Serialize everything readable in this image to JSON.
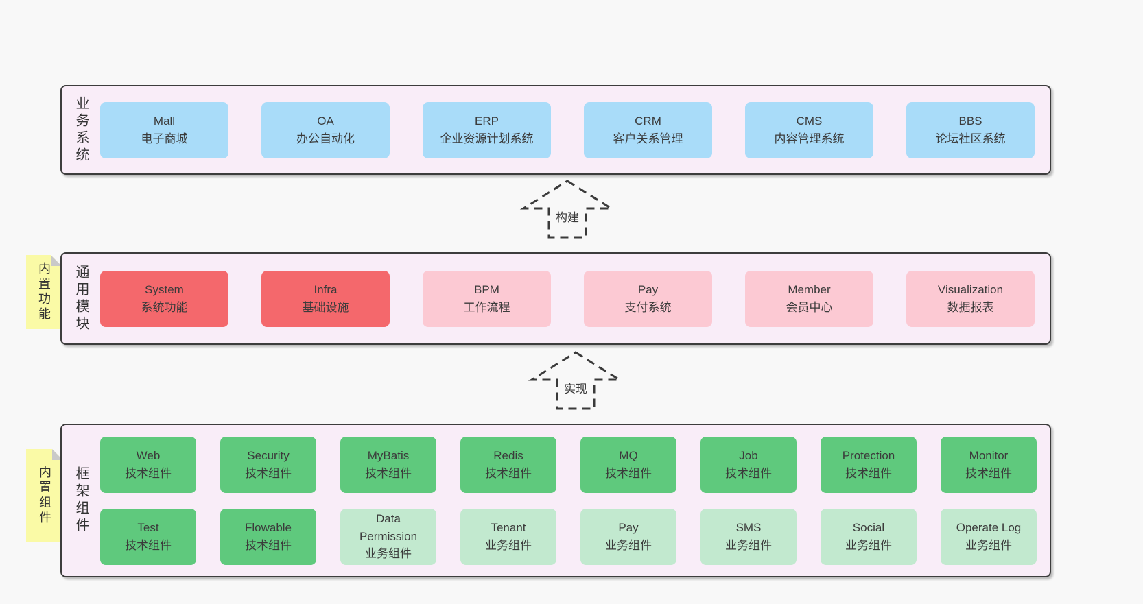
{
  "colors": {
    "page_bg": "#f8f8f8",
    "panel_fill": "#f9edf8",
    "panel_border": "#3d3d3d",
    "blue_box": "#a9dcf9",
    "red_box": "#f4686c",
    "pink_box": "#fcc9d3",
    "green_box": "#5fc97d",
    "light_green_box": "#c2e9cf",
    "sticky_yellow": "#fafaa6",
    "sticky_fold_gray": "#c9c9c9",
    "text": "#3b3b3b"
  },
  "arrow_build": {
    "label": "构建"
  },
  "arrow_implement": {
    "label": "实现"
  },
  "business": {
    "label": "业务系统",
    "boxes": [
      {
        "title": "Mall",
        "subtitle": "电子商城"
      },
      {
        "title": "OA",
        "subtitle": "办公自动化"
      },
      {
        "title": "ERP",
        "subtitle": "企业资源计划系统"
      },
      {
        "title": "CRM",
        "subtitle": "客户关系管理"
      },
      {
        "title": "CMS",
        "subtitle": "内容管理系统"
      },
      {
        "title": "BBS",
        "subtitle": "论坛社区系统"
      }
    ]
  },
  "modules": {
    "label": "通用模块",
    "sticky": "内置功能",
    "boxes": [
      {
        "title": "System",
        "subtitle": "系统功能",
        "variant": "red"
      },
      {
        "title": "Infra",
        "subtitle": "基础设施",
        "variant": "red"
      },
      {
        "title": "BPM",
        "subtitle": "工作流程",
        "variant": "pink"
      },
      {
        "title": "Pay",
        "subtitle": "支付系统",
        "variant": "pink"
      },
      {
        "title": "Member",
        "subtitle": "会员中心",
        "variant": "pink"
      },
      {
        "title": "Visualization",
        "subtitle": "数据报表",
        "variant": "pink"
      }
    ]
  },
  "components": {
    "label": "框架组件",
    "sticky": "内置组件",
    "row1": [
      {
        "title": "Web",
        "subtitle": "技术组件",
        "variant": "green"
      },
      {
        "title": "Security",
        "subtitle": "技术组件",
        "variant": "green"
      },
      {
        "title": "MyBatis",
        "subtitle": "技术组件",
        "variant": "green"
      },
      {
        "title": "Redis",
        "subtitle": "技术组件",
        "variant": "green"
      },
      {
        "title": "MQ",
        "subtitle": "技术组件",
        "variant": "green"
      },
      {
        "title": "Job",
        "subtitle": "技术组件",
        "variant": "green"
      },
      {
        "title": "Protection",
        "subtitle": "技术组件",
        "variant": "green"
      },
      {
        "title": "Monitor",
        "subtitle": "技术组件",
        "variant": "green"
      }
    ],
    "row2": [
      {
        "title": "Test",
        "subtitle": "技术组件",
        "variant": "green"
      },
      {
        "title": "Flowable",
        "subtitle": "技术组件",
        "variant": "green"
      },
      {
        "title": "Data Permission",
        "subtitle": "业务组件",
        "variant": "lightgreen"
      },
      {
        "title": "Tenant",
        "subtitle": "业务组件",
        "variant": "lightgreen"
      },
      {
        "title": "Pay",
        "subtitle": "业务组件",
        "variant": "lightgreen"
      },
      {
        "title": "SMS",
        "subtitle": "业务组件",
        "variant": "lightgreen"
      },
      {
        "title": "Social",
        "subtitle": "业务组件",
        "variant": "lightgreen"
      },
      {
        "title": "Operate Log",
        "subtitle": "业务组件",
        "variant": "lightgreen"
      }
    ]
  }
}
